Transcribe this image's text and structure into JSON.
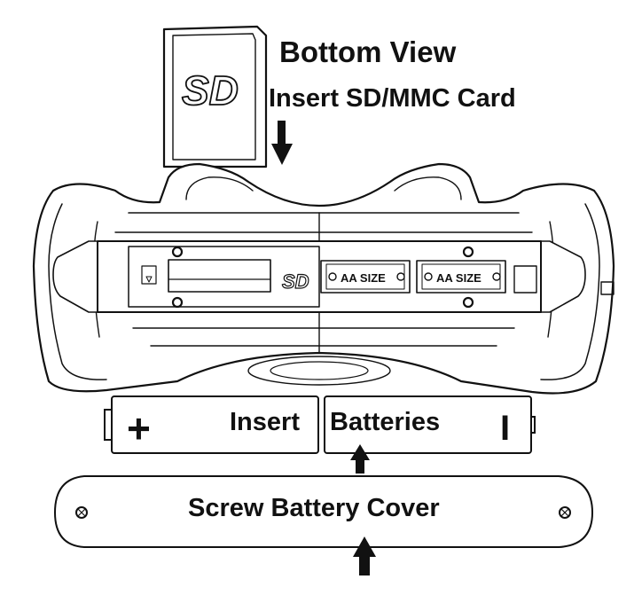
{
  "labels": {
    "title": "Bottom View",
    "subtitle": "Insert SD/MMC Card",
    "insert": "Insert",
    "batteries": "Batteries",
    "cover": "Screw Battery Cover",
    "sd_logo": "SD",
    "slot1": "AA SIZE",
    "slot2": "AA SIZE",
    "plus": "+",
    "minus": "I"
  }
}
